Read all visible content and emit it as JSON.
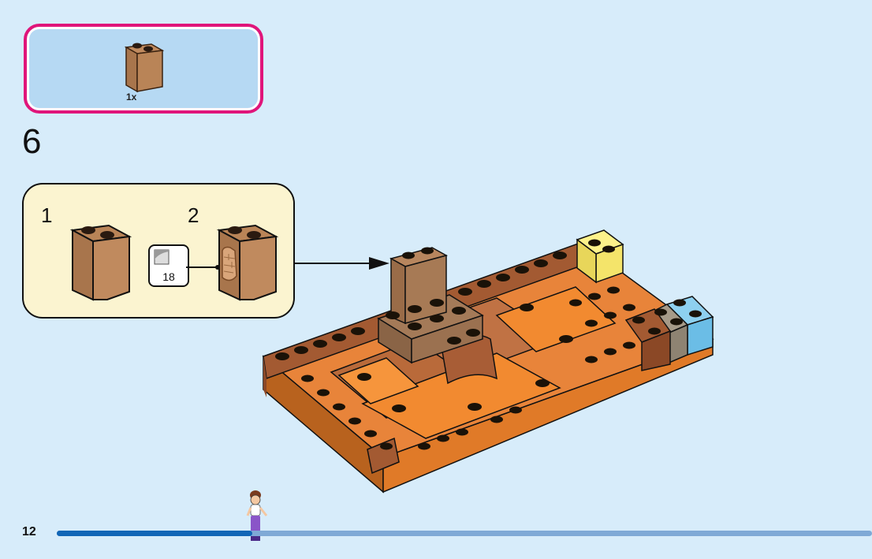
{
  "parts_list": {
    "quantity": "1x",
    "part": "brick-1x2x2-medium-nougat"
  },
  "step": {
    "number": "6",
    "substeps": [
      {
        "number": "1",
        "item": "brick-1x2x2-medium-nougat"
      },
      {
        "number": "2",
        "item": "brick-with-sticker"
      }
    ],
    "sticker_number": "18"
  },
  "footer": {
    "page_number": "12",
    "progress": 0.24
  },
  "colors": {
    "accent_border": "#e0157a",
    "parts_bg": "#b6d9f3",
    "callout_bg": "#fbf4d0",
    "page_bg": "#d7ecfa",
    "progress_fill": "#1166b6",
    "progress_track": "#7fa9d6"
  }
}
